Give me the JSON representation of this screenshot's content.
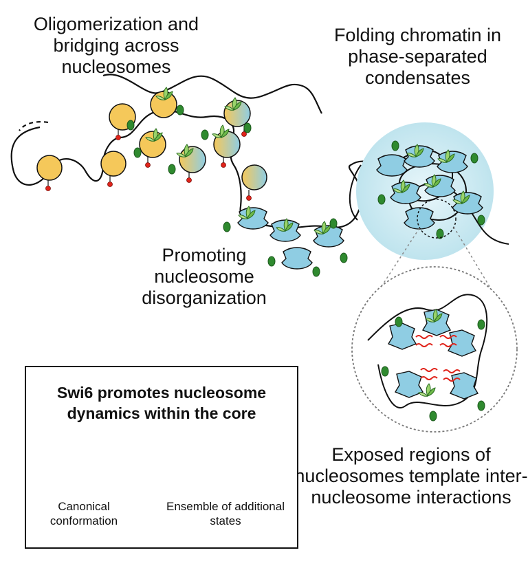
{
  "labels": {
    "oligomerization": "Oligomerization and bridging across nucleosomes",
    "folding": "Folding chromatin in phase-separated condensates",
    "promoting": "Promoting nucleosome disorganization",
    "exposed": "Exposed regions of nucleosomes template inter-nucleosome interactions"
  },
  "legend": {
    "title": "Swi6 promotes nucleosome dynamics within the core",
    "canonical": "Canonical conformation",
    "ensemble": "Ensemble of additional states"
  },
  "colors": {
    "canonical": "#f5c85a",
    "disordered": "#8fcde3",
    "swi6_green": "#2f8a2f",
    "swi6_light": "#9ad36b",
    "tail_red": "#e0241b",
    "interaction_red": "#e0241b",
    "condensate": "#cdeaf2"
  }
}
